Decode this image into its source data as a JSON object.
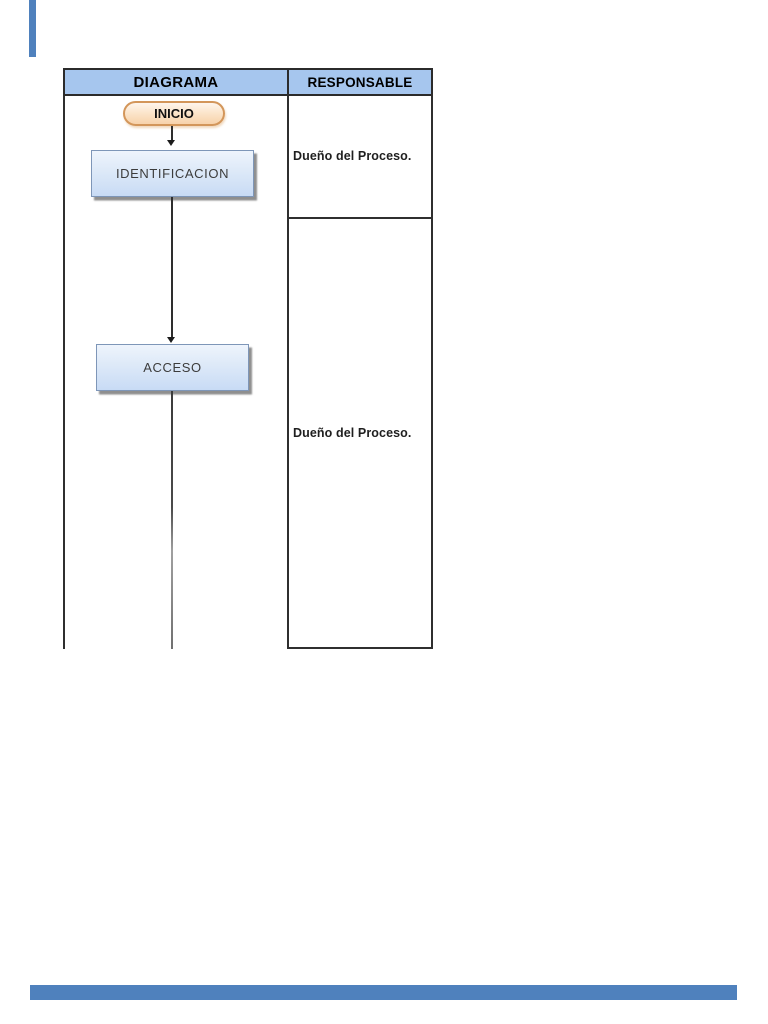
{
  "page": {
    "background": "#ffffff",
    "decorations": {
      "left_accent_bar_color": "#4f81bd",
      "bottom_accent_bar_color": "#4f81bd"
    }
  },
  "table": {
    "header_fill": "#a6c6ee",
    "border_color": "#2f2f2f",
    "headers": [
      {
        "label": "DIAGRAMA"
      },
      {
        "label": "RESPONSABLE"
      }
    ],
    "rows": [
      {
        "responsable": "Dueño del Proceso."
      },
      {
        "responsable": "Dueño del Proceso."
      }
    ]
  },
  "flowchart": {
    "nodes": [
      {
        "id": "inicio",
        "type": "terminator",
        "label": "INICIO",
        "fill_top": "#fef5ec",
        "fill_bottom": "#f7d2aa",
        "border_color": "#d3965a"
      },
      {
        "id": "identificacion",
        "type": "process",
        "label": "IDENTIFICACION",
        "fill_top": "#eef4fc",
        "fill_bottom": "#c8dbf5",
        "border_color": "#7e96b8"
      },
      {
        "id": "acceso",
        "type": "process",
        "label": "ACCESO",
        "fill_top": "#eef4fc",
        "fill_bottom": "#c8dbf5",
        "border_color": "#7e96b8"
      }
    ],
    "edges": [
      {
        "from": "inicio",
        "to": "identificacion",
        "arrow": true
      },
      {
        "from": "identificacion",
        "to": "acceso",
        "arrow": true
      },
      {
        "from": "acceso",
        "to": "",
        "arrow": false,
        "continues_below": true
      }
    ],
    "connector_color": "#2e2e2e"
  }
}
